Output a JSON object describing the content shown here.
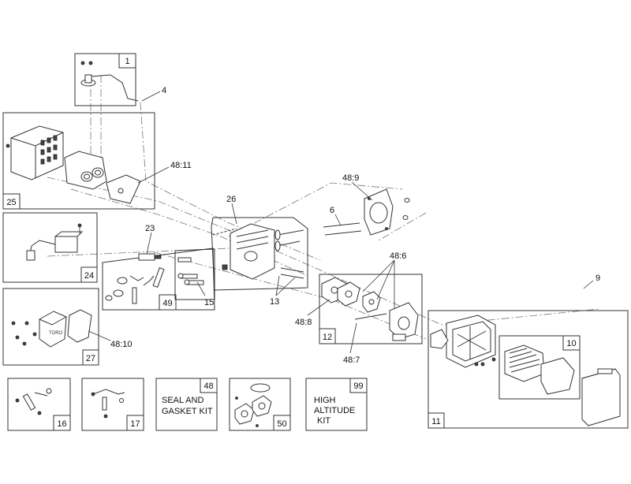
{
  "diagram": {
    "panels": [
      {
        "id": "p1",
        "number": "1"
      },
      {
        "id": "p25",
        "number": "25"
      },
      {
        "id": "p24",
        "number": "24"
      },
      {
        "id": "p27",
        "number": "27"
      },
      {
        "id": "p49",
        "number": "49"
      },
      {
        "id": "p12",
        "number": "12"
      },
      {
        "id": "p11",
        "number": "11"
      },
      {
        "id": "p10",
        "number": "10"
      },
      {
        "id": "p16",
        "number": "16"
      },
      {
        "id": "p17",
        "number": "17"
      },
      {
        "id": "p48",
        "number": "48",
        "text": [
          "SEAL AND",
          "GASKET KIT"
        ]
      },
      {
        "id": "p50",
        "number": "50"
      },
      {
        "id": "p99",
        "number": "99",
        "text": [
          "HIGH",
          "ALTITUDE",
          "KIT"
        ]
      }
    ],
    "callouts": [
      {
        "id": "c4",
        "text": "4"
      },
      {
        "id": "c4811",
        "text": "48:11"
      },
      {
        "id": "c26",
        "text": "26"
      },
      {
        "id": "c489",
        "text": "48:9"
      },
      {
        "id": "c6",
        "text": "6"
      },
      {
        "id": "c23",
        "text": "23"
      },
      {
        "id": "c486",
        "text": "48:6"
      },
      {
        "id": "c9",
        "text": "9"
      },
      {
        "id": "c15",
        "text": "15"
      },
      {
        "id": "c13",
        "text": "13"
      },
      {
        "id": "c488",
        "text": "48:8"
      },
      {
        "id": "c487",
        "text": "48:7"
      },
      {
        "id": "c4810",
        "text": "48:10"
      }
    ],
    "logo_text": "TORO"
  }
}
